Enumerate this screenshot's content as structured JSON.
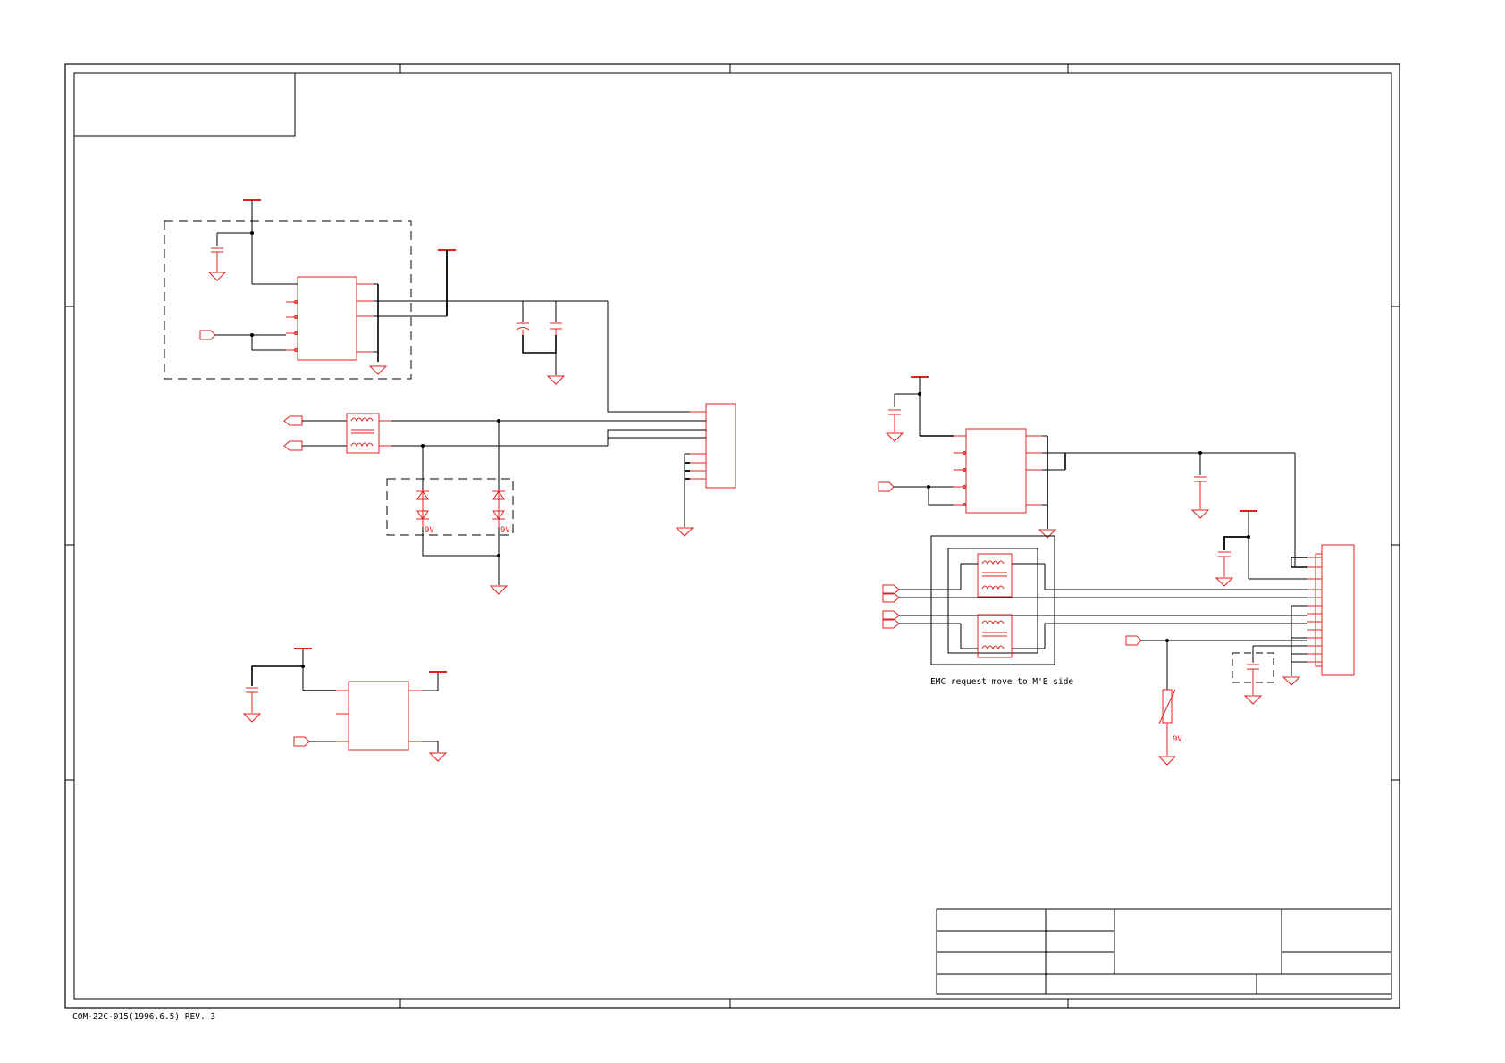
{
  "footer": {
    "form_code": "COM-22C-015(1996.6.5) REV. 3"
  },
  "annotations": {
    "emc_note": "EMC request move to M'B side",
    "tvs_label_1": "9V",
    "tvs_label_2": "9V",
    "varistor_label": "9V"
  },
  "colors": {
    "component": "#e02020",
    "wire": "#000000",
    "background": "#ffffff"
  }
}
